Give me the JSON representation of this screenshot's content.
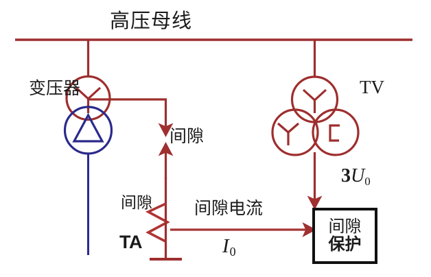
{
  "diagram": {
    "title_label": "高压母线",
    "colors": {
      "primary_red": "#9e2e2e",
      "bright_red": "#c23b3b",
      "blue": "#2a2a8c",
      "box_border": "#111111",
      "text": "#1a1a1a",
      "background": "#ffffff"
    },
    "labels": {
      "busbar": "高压母线",
      "transformer": "变压器",
      "gap_device": "间隙",
      "gap_ta": "间隙",
      "ta": "TA",
      "gap_current": "间隙电流",
      "current_symbol": "I",
      "current_subscript": "0",
      "tv": "TV",
      "voltage_coefficient": "3",
      "voltage_symbol": "U",
      "voltage_subscript": "0"
    },
    "protection_box": {
      "line1": "间隙",
      "line2": "保护"
    },
    "components": [
      {
        "name": "high-voltage-busbar",
        "type": "busbar",
        "label": "高压母线"
      },
      {
        "name": "power-transformer",
        "type": "two-winding-transformer",
        "label": "变压器",
        "windings": [
          "wye",
          "delta"
        ]
      },
      {
        "name": "spark-gap",
        "type": "gap",
        "label": "间隙"
      },
      {
        "name": "current-transformer",
        "type": "ct",
        "label": "TA"
      },
      {
        "name": "voltage-transformer",
        "type": "tv",
        "label": "TV",
        "windings": [
          "wye",
          "wye",
          "open-delta"
        ]
      },
      {
        "name": "gap-protection-relay",
        "type": "relay",
        "label": "间隙保护"
      }
    ],
    "signals": [
      {
        "name": "gap-current-signal",
        "label": "间隙电流",
        "symbol": "I0"
      },
      {
        "name": "zero-sequence-voltage-signal",
        "label": "3U0",
        "symbol": "3U0"
      }
    ]
  }
}
